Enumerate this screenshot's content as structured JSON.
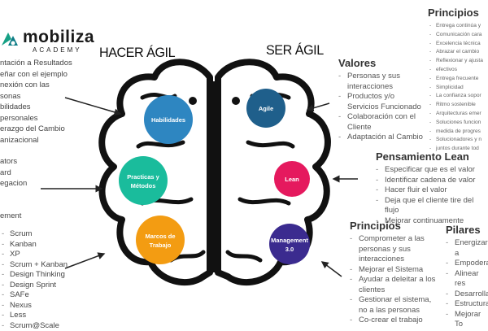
{
  "brand": {
    "name": "mobiliza",
    "sub": "ACADEMY"
  },
  "headings": {
    "left": "HACER ÁGIL",
    "right": "SER ÁGIL"
  },
  "left_top_items": [
    "ntación a Resultados",
    "eñar con el ejemplo",
    "nexión con las",
    "sonas",
    "bilidades",
    "personales",
    "erazgo del  Cambio",
    "anizacional"
  ],
  "left_mid_items": [
    "ators",
    "ard",
    "egacion"
  ],
  "management": {
    "title": "ement",
    "items": [
      "Scrum",
      "Kanban",
      "XP",
      "Scrum + Kanban",
      "Design Thinking",
      "Design Sprint",
      "SAFe",
      "Nexus",
      "Less",
      "Scrum@Scale"
    ]
  },
  "brain_nodes": [
    {
      "label": "Habilidades",
      "color": "#2e86c1"
    },
    {
      "label": "Practicas y",
      "label2": "Métodos",
      "color": "#1abc9c"
    },
    {
      "label": "Marcos de",
      "label2": "Trabajo",
      "color": "#f39c12"
    },
    {
      "label": "Agile",
      "color": "#1f5f8b"
    },
    {
      "label": "Lean",
      "color": "#e5195e"
    },
    {
      "label": "Management",
      "label2": "3.0",
      "color": "#3b2b8f"
    }
  ],
  "principios_top": {
    "title": "Principios",
    "items": [
      "Entrega continúa y",
      "Comunicación cara",
      "Excelencia técnica",
      "Abrazar el cambio",
      "Reflexionar y ajusta",
      "efectivos",
      "Entrega frecuente",
      "Simplicidad",
      "La confianza sopor",
      "Ritmo sostenible",
      "Arquitecturas emer",
      "Soluciones funcion",
      "medida de progres",
      "Solucionadores y n",
      "juntos durante tod"
    ]
  },
  "valores": {
    "title": "Valores",
    "items": [
      "Personas y sus interacciones",
      "Productos y/o Servicios Funcionado",
      "Colaboración con el Cliente",
      "Adaptación al Cambio"
    ]
  },
  "pensamiento_lean": {
    "title": "Pensamiento Lean",
    "items": [
      "Especificar que es el valor",
      "Identificar cadena de valor",
      "Hacer  fluir el valor",
      "Deja que el cliente tire del flujo",
      "Mejorar continuamente"
    ]
  },
  "principios_bottom": {
    "title": "Principios",
    "items": [
      "Comprometer a las personas y sus interacciones",
      "Mejorar el Sistema",
      "Ayudar a deleitar a los clientes",
      "Gestionar el sistema, no a las personas",
      "Co-crear el trabajo"
    ]
  },
  "pilares": {
    "title": "Pilares",
    "items": [
      "Energizar a",
      "Empodera",
      "Alinear res",
      "Desarrolla",
      "Estructura",
      "Mejorar To"
    ]
  }
}
